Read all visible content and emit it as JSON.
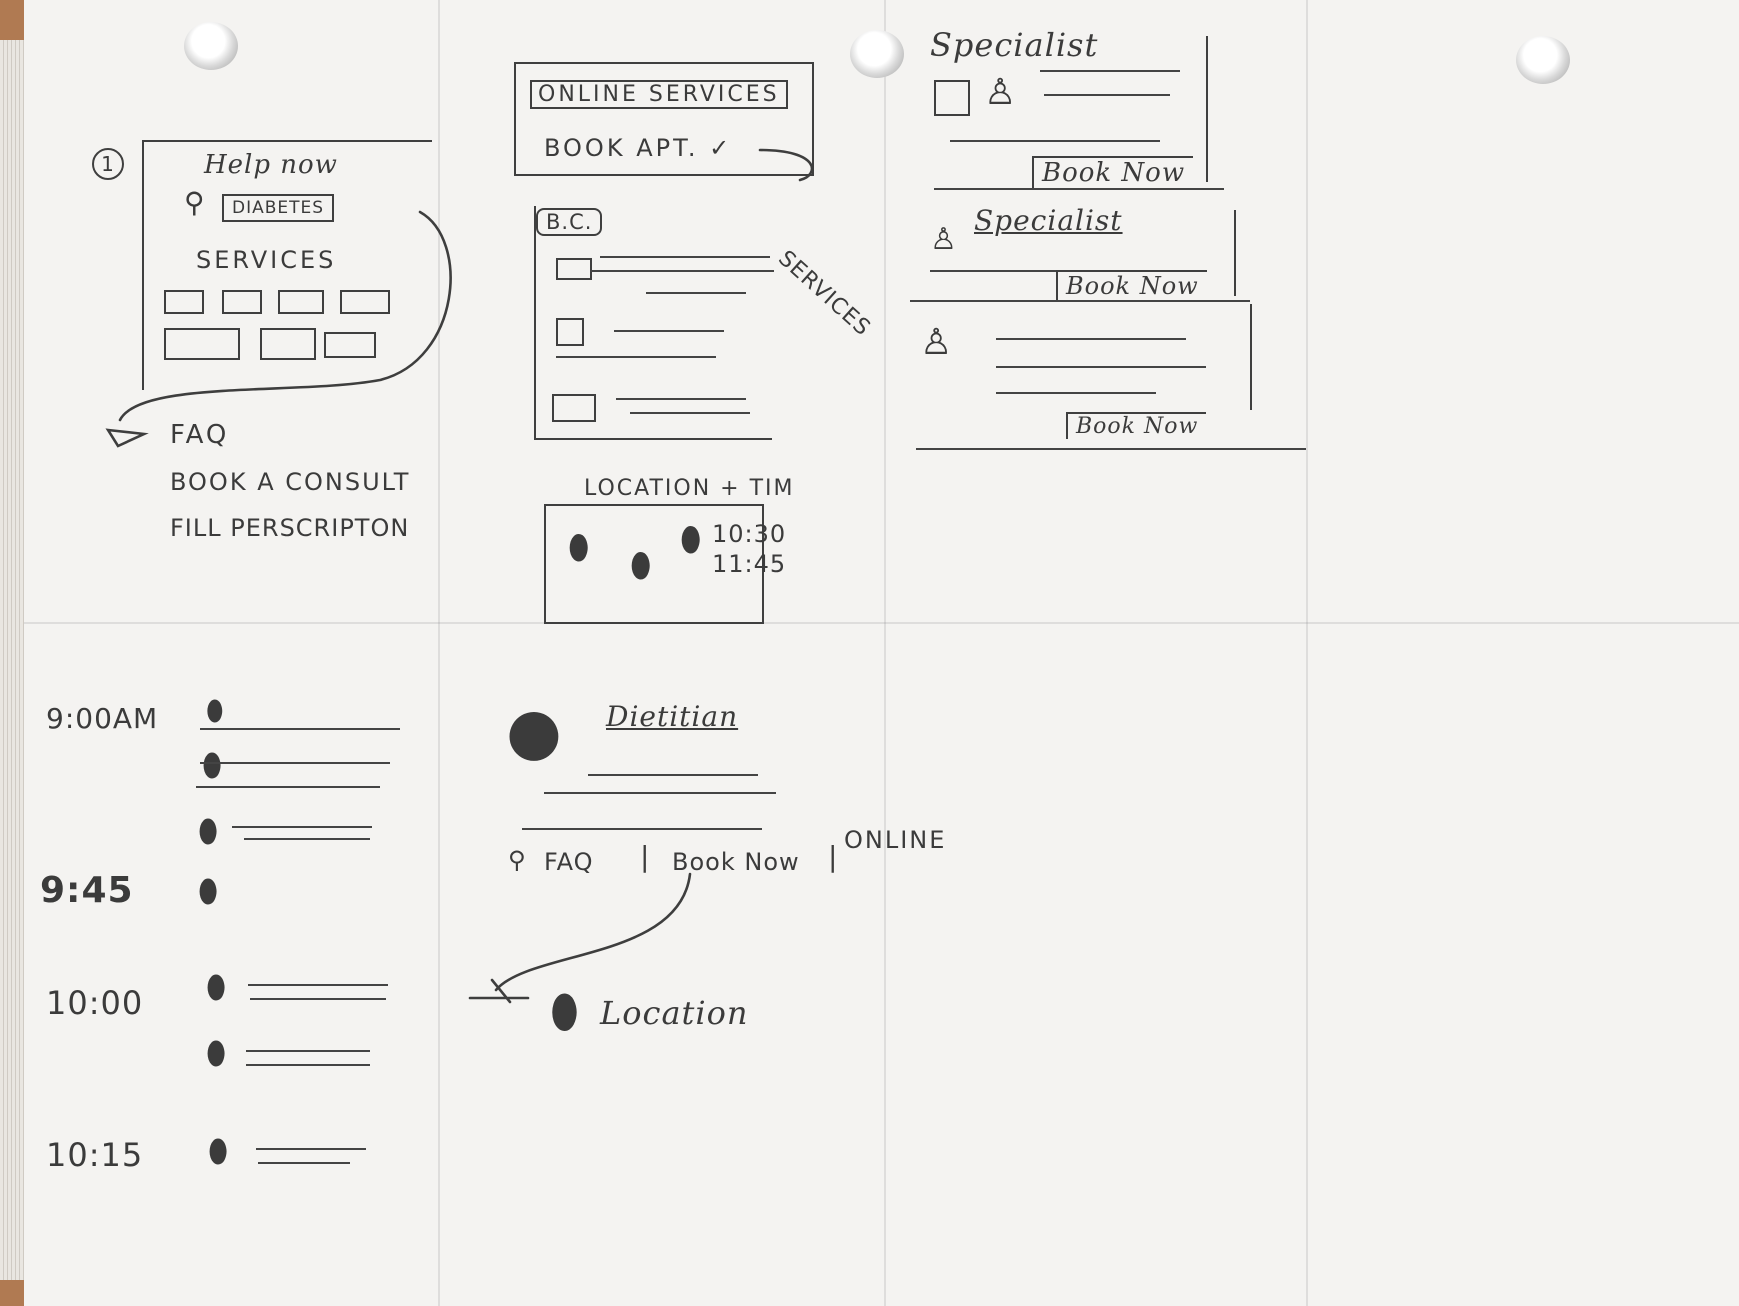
{
  "sketch1": {
    "step_number": "1",
    "title": "Help now",
    "search_value": "DIABETES",
    "services_heading": "SERVICES",
    "menu": [
      "FAQ",
      "BOOK A CONSULT",
      "FILL PERSCRIPTON"
    ]
  },
  "sketch2": {
    "tab_online": "ONLINE SERVICES",
    "tab_book": "BOOK APT. ✓",
    "region_chip": "B.C.",
    "services_note": "SERVICES",
    "location_title": "LOCATION + TIM",
    "times": [
      "10:30",
      "11:45"
    ]
  },
  "sketch3": {
    "specialists": [
      {
        "title": "Specialist",
        "button": "Book Now"
      },
      {
        "title": "Specialist",
        "button": "Book Now"
      },
      {
        "title": "",
        "button": "Book Now"
      }
    ]
  },
  "sketch4": {
    "time_slots": [
      "9:00AM",
      "9:45",
      "10:00",
      "10:15"
    ]
  },
  "sketch5": {
    "title": "Dietitian",
    "nav": [
      "FAQ",
      "Book Now",
      "ONLINE"
    ],
    "location_label": "Location"
  },
  "colors": {
    "paper": "#f4f3f1",
    "table": "#b07a52",
    "pencil": "#3b3b3b"
  }
}
